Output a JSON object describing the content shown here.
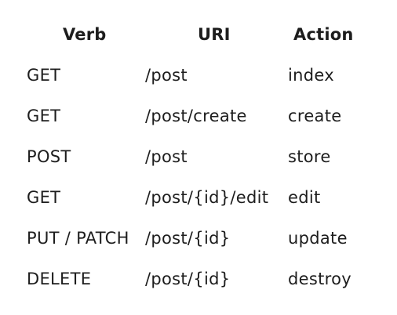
{
  "table": {
    "headers": {
      "verb": "Verb",
      "uri": "URI",
      "action": "Action"
    },
    "rows": [
      {
        "verb": "GET",
        "uri": "/post",
        "action": "index"
      },
      {
        "verb": "GET",
        "uri": "/post/create",
        "action": "create"
      },
      {
        "verb": "POST",
        "uri": "/post",
        "action": "store"
      },
      {
        "verb": "GET",
        "uri": "/post/{id}/edit",
        "action": "edit"
      },
      {
        "verb": "PUT / PATCH",
        "uri": "/post/{id}",
        "action": "update"
      },
      {
        "verb": "DELETE",
        "uri": "/post/{id}",
        "action": "destroy"
      }
    ]
  }
}
